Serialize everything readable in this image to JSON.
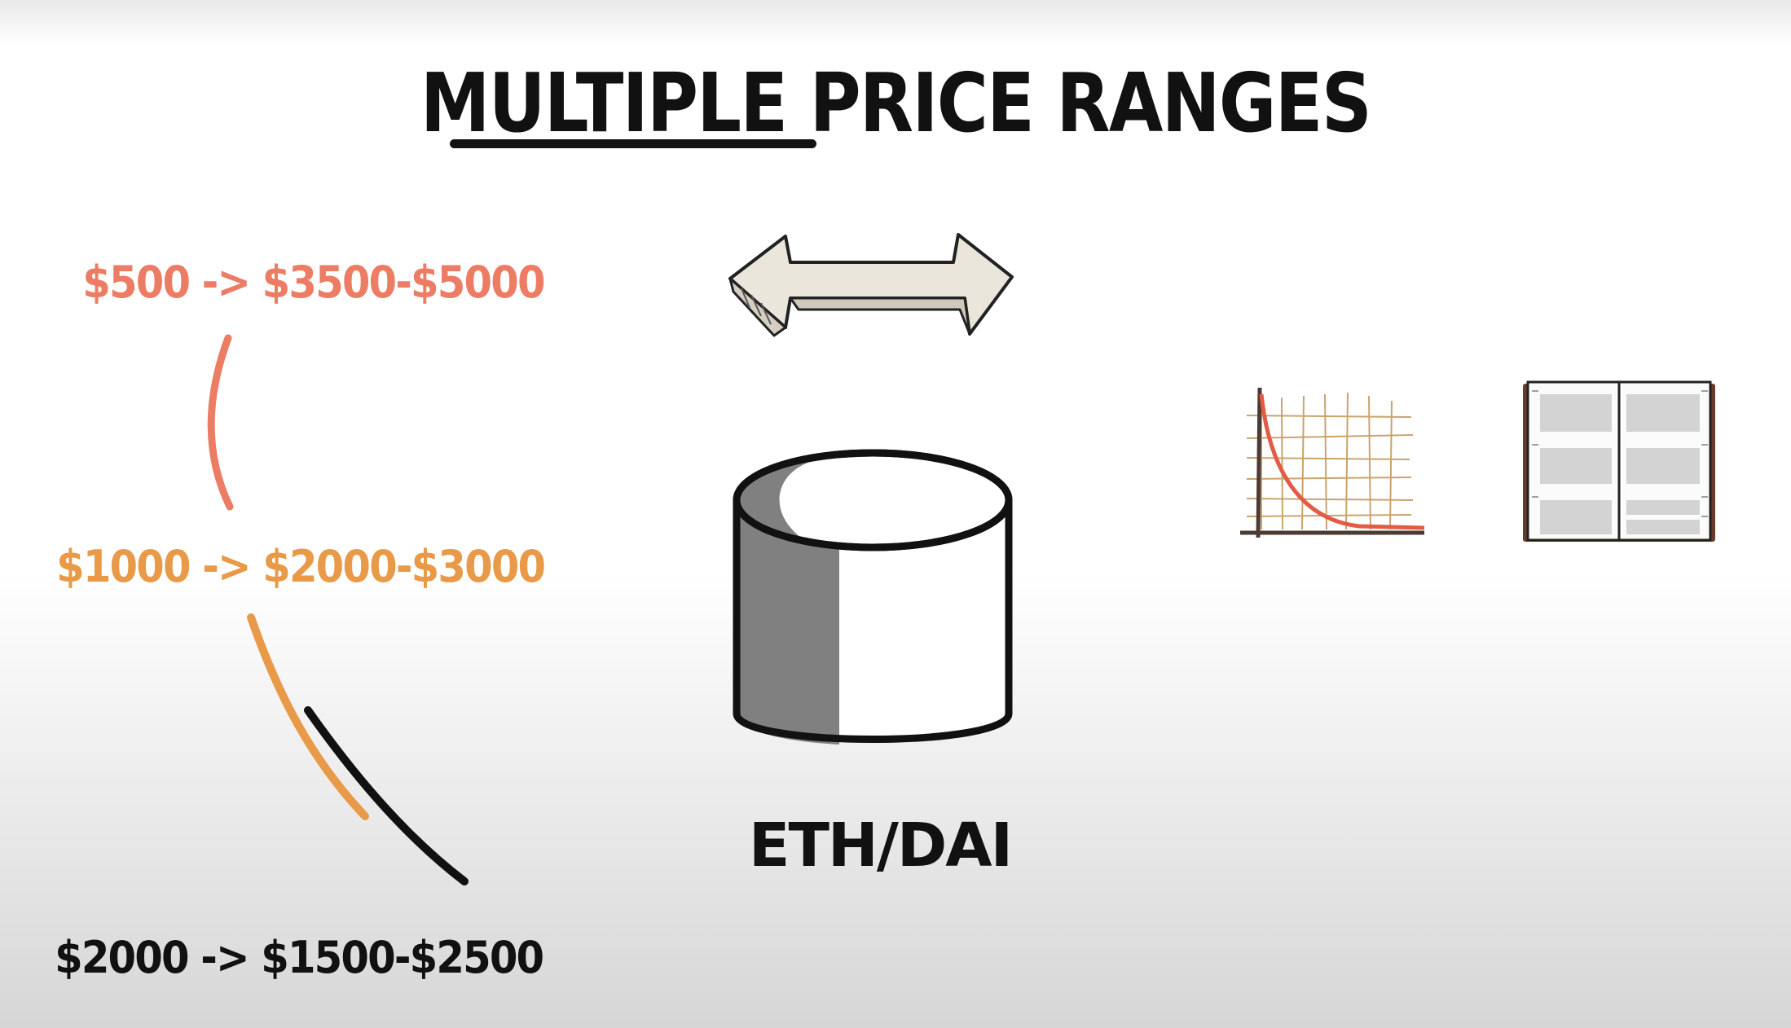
{
  "title": "MULTIPLE PRICE RANGES",
  "positions": [
    {
      "text": "$500 -> $3500-$5000",
      "color": "#ec7c64"
    },
    {
      "text": "$1000 -> $2000-$3000",
      "color": "#e89a48"
    },
    {
      "text": "$2000 -> $1500-$2500",
      "color": "#111111"
    }
  ],
  "pool": {
    "label": "ETH/DAI"
  },
  "icons": [
    "double-arrow-icon",
    "database-cylinder-icon",
    "price-curve-chart-icon",
    "planner-book-icon"
  ],
  "colors": {
    "accent_red": "#ec7c64",
    "accent_orange": "#e89a48",
    "ink": "#111111"
  }
}
